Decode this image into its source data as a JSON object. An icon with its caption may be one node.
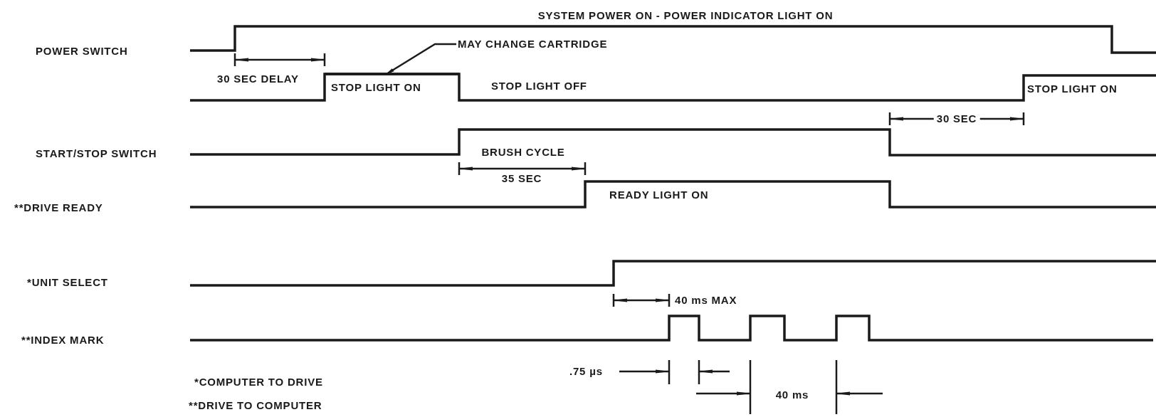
{
  "diagram": {
    "nodes": [
      {
        "text": [
          "MAY CHANGE CARTRIDGE"
        ]
      },
      {
        "text": [],
        "shape": "bar"
      }
    ],
    "edges": [
      {
        "from": 0,
        "to": 1,
        "arrow": "to"
      }
    ],
    "labels": [
      "SYSTEM POWER ON - POWER INDICATOR LIGHT ON",
      "POWER SWITCH",
      "30 SEC DELAY",
      "STOP LIGHT ON",
      "STOP LIGHT OFF",
      "STOP LIGHT ON",
      "30 SEC",
      "START/STOP SWITCH",
      "BRUSH CYCLE",
      "35 SEC",
      "**DRIVE READY",
      "READY LIGHT ON",
      "*UNIT SELECT",
      "40 ms MAX",
      "**INDEX MARK",
      ".75 µs",
      "40 ms",
      "*COMPUTER TO DRIVE",
      "**DRIVE TO COMPUTER"
    ]
  }
}
